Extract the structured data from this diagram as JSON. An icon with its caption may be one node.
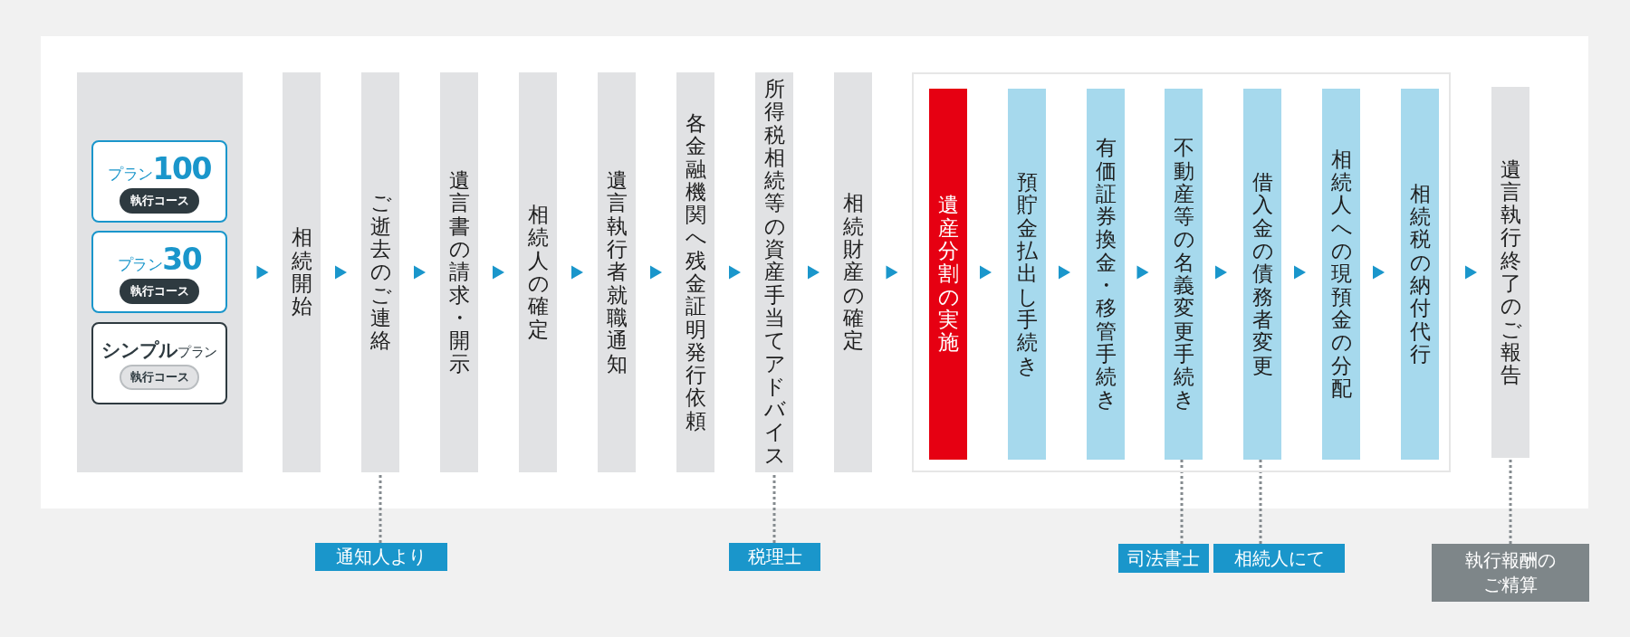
{
  "diagram": {
    "nodes": [
      {
        "text": [],
        "shape": "box"
      },
      {
        "text": [
          "プラン**100**",
          "執行コース"
        ],
        "in": 0
      },
      {
        "text": [
          "プラン**30**",
          "執行コース"
        ],
        "in": 0
      },
      {
        "text": [
          "**シンプル**プラン",
          "執行コース"
        ],
        "in": 0
      },
      {
        "text": [
          "相続開始"
        ]
      },
      {
        "text": [
          "ご逝去のご連絡"
        ]
      },
      {
        "text": [
          "遺言書の請求・開示"
        ]
      },
      {
        "text": [
          "相続人の確定"
        ]
      },
      {
        "text": [
          "遺言執行者就職通知"
        ]
      },
      {
        "text": [
          "各金融機関へ残金証明発行依頼"
        ]
      },
      {
        "text": [
          "所得税相続等の資産手当てアドバイス"
        ]
      },
      {
        "text": [
          "相続財産の確定"
        ]
      },
      {
        "text": [],
        "shape": "box"
      },
      {
        "text": [
          "遺産分割の実施"
        ],
        "in": 12
      },
      {
        "text": [
          "預貯金払出し手続き"
        ],
        "in": 12
      },
      {
        "text": [
          "有価証券換金・移管手続き"
        ],
        "in": 12
      },
      {
        "text": [
          "不動産等の名義変更手続き"
        ],
        "in": 12
      },
      {
        "text": [
          "借入金の債務者変更"
        ],
        "in": 12
      },
      {
        "text": [
          "相続人への現預金の分配"
        ],
        "in": 12
      },
      {
        "text": [
          "相続税の納付代行"
        ],
        "in": 12
      },
      {
        "text": [
          "遺言執行終了のご報告"
        ]
      },
      {
        "text": [
          "通知人より"
        ]
      },
      {
        "text": [
          "税理士"
        ]
      },
      {
        "text": [
          "司法書士"
        ]
      },
      {
        "text": [
          "相続人にて"
        ]
      },
      {
        "text": [
          "執行報酬のご精算"
        ]
      }
    ],
    "edges": [
      {
        "from": 0,
        "to": 4,
        "arrow": "to"
      },
      {
        "from": 4,
        "to": 5,
        "arrow": "to"
      },
      {
        "from": 5,
        "to": 6,
        "arrow": "to"
      },
      {
        "from": 6,
        "to": 7,
        "arrow": "to"
      },
      {
        "from": 7,
        "to": 8,
        "arrow": "to"
      },
      {
        "from": 8,
        "to": 9,
        "arrow": "to"
      },
      {
        "from": 9,
        "to": 10,
        "arrow": "to"
      },
      {
        "from": 10,
        "to": 11,
        "arrow": "to"
      },
      {
        "from": 11,
        "to": 12,
        "arrow": "to"
      },
      {
        "from": 13,
        "to": 14,
        "arrow": "to"
      },
      {
        "from": 14,
        "to": 15,
        "arrow": "to"
      },
      {
        "from": 15,
        "to": 16,
        "arrow": "to"
      },
      {
        "from": 16,
        "to": 17,
        "arrow": "to"
      },
      {
        "from": 17,
        "to": 18,
        "arrow": "to"
      },
      {
        "from": 18,
        "to": 19,
        "arrow": "to"
      },
      {
        "from": 12,
        "to": 20,
        "arrow": "to"
      },
      {
        "from": 21,
        "to": 5,
        "arrow": "none",
        "style": "dashed",
        "color": "#858b8f"
      },
      {
        "from": 22,
        "to": 10,
        "arrow": "none",
        "style": "dashed",
        "color": "#858b8f"
      },
      {
        "from": 23,
        "to": 16,
        "arrow": "none",
        "style": "dashed",
        "color": "#858b8f"
      },
      {
        "from": 24,
        "to": 17,
        "arrow": "none",
        "style": "dashed",
        "color": "#858b8f"
      },
      {
        "from": 25,
        "to": 20,
        "arrow": "none",
        "style": "dashed",
        "color": "#858b8f"
      }
    ]
  }
}
